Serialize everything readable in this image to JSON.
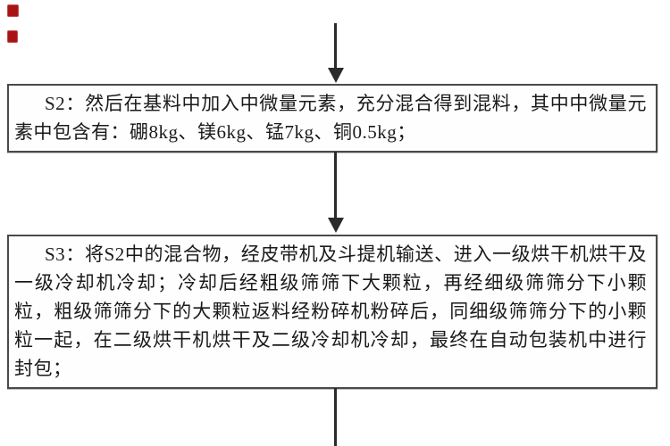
{
  "flowchart": {
    "steps": [
      {
        "id": "S2",
        "text": "S2：然后在基料中加入中微量元素，充分混合得到混料，其中中微量元素中包含有：硼8kg、镁6kg、锰7kg、铜0.5kg；"
      },
      {
        "id": "S3",
        "text": "S3：将S2中的混合物，经皮带机及斗提机输送、进入一级烘干机烘干及一级冷却机冷却；冷却后经粗级筛筛下大颗粒，再经细级筛筛分下小颗粒，粗级筛筛分下的大颗粒返料经粉碎机粉碎后，同细级筛筛分下的小颗粒一起，在二级烘干机烘干及二级冷却机冷却，最终在自动包装机中进行封包；"
      }
    ],
    "icons": {
      "seal_top": "red-seal-icon",
      "seal_bottom": "red-seal-icon",
      "arrow_into_s2": "arrow-down-icon",
      "arrow_into_s3": "arrow-down-icon"
    },
    "colors": {
      "background": "#ffffff",
      "box_border": "#4a4a4a",
      "text": "#1a1a1a",
      "connector": "#2b2b2b",
      "seal": "#a81414"
    }
  }
}
